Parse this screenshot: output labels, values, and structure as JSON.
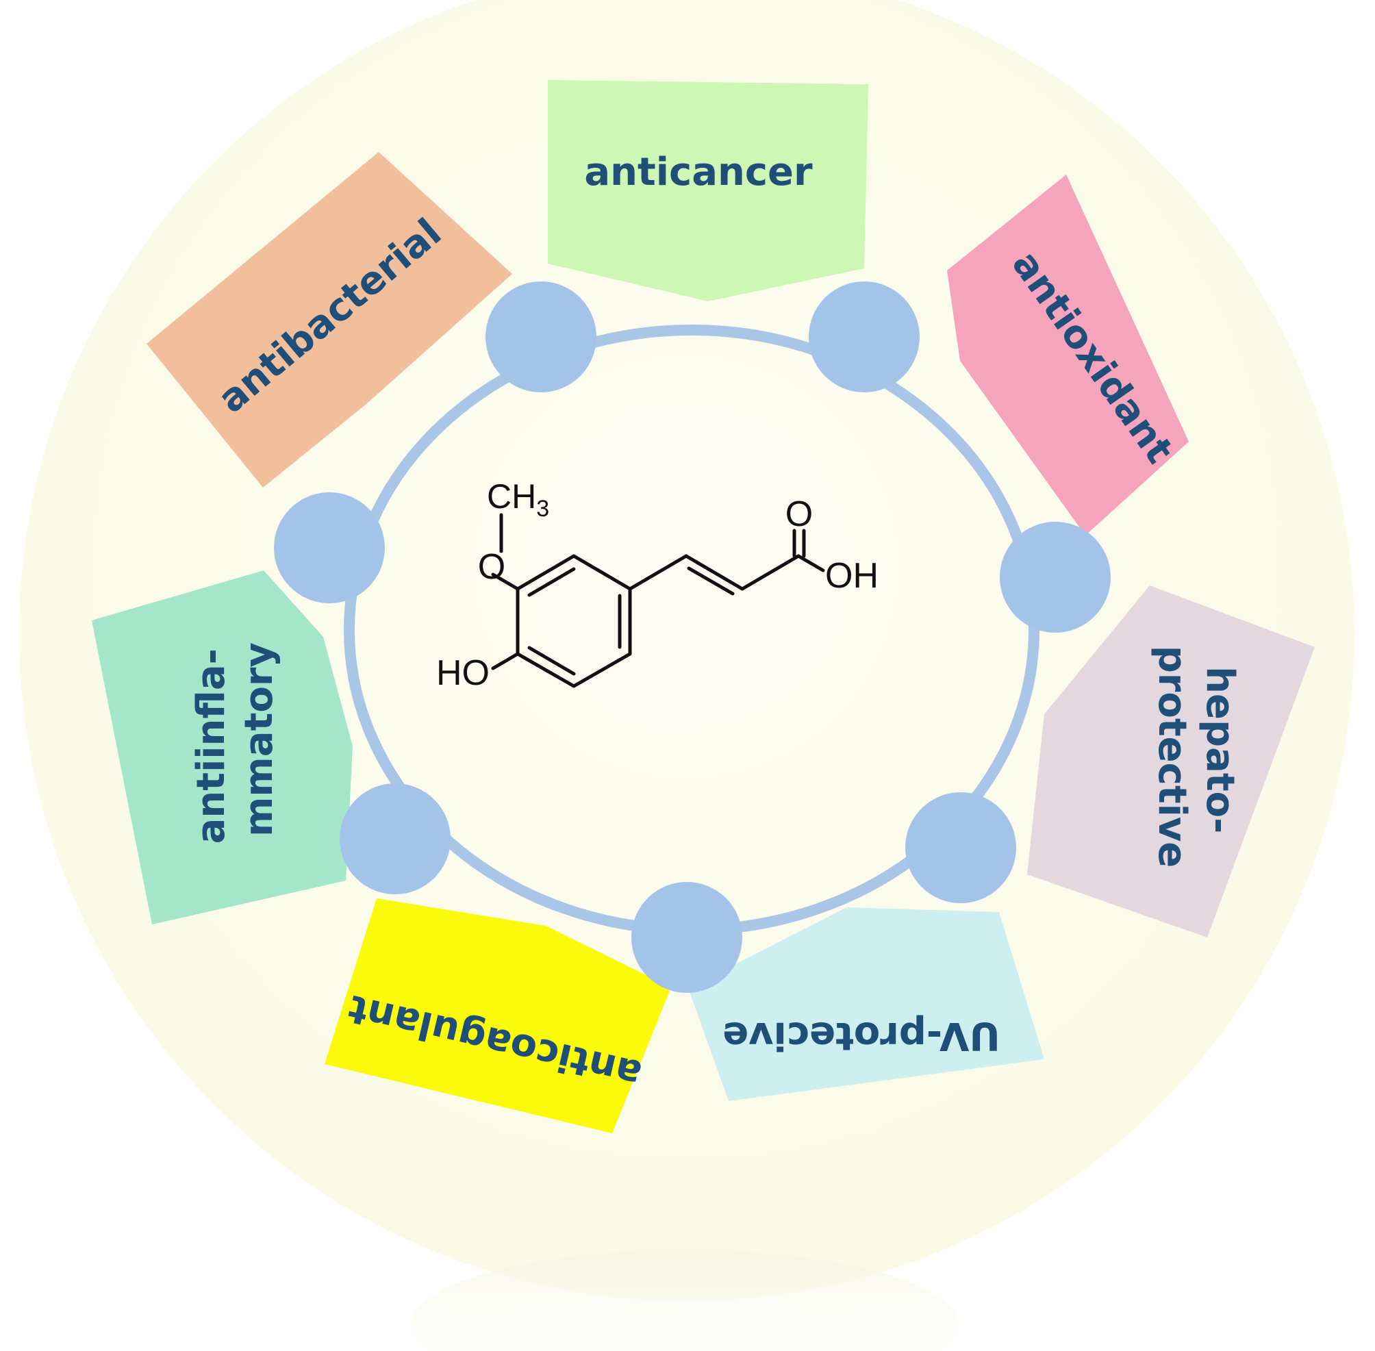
{
  "colors": {
    "background_disc": "#fbfbe9",
    "ring": "#a9c6e6",
    "node": "#a3c4e8",
    "label_text": "#1f4e79",
    "anticancer": "#ccf7b5",
    "antioxidant": "#f6a3bc",
    "hepatoprotective": "#e4d8df",
    "uv_protective": "#cdeff0",
    "anticoagulant": "#fafa0a",
    "antiinflammatory": "#a3e6c9",
    "antibacterial": "#f1bf9c",
    "structure_stroke": "#111111"
  },
  "properties": [
    {
      "id": "anticancer",
      "lines": [
        "anticancer"
      ]
    },
    {
      "id": "antioxidant",
      "lines": [
        "antioxidant"
      ]
    },
    {
      "id": "hepatoprotective",
      "lines": [
        "hepato-",
        "protective"
      ]
    },
    {
      "id": "uv_protective",
      "lines": [
        "UV-protecive"
      ]
    },
    {
      "id": "anticoagulant",
      "lines": [
        "anticoagulant"
      ]
    },
    {
      "id": "antiinflammatory",
      "lines": [
        "antiinfla-",
        "mmatory"
      ]
    },
    {
      "id": "antibacterial",
      "lines": [
        "antibacterial"
      ]
    }
  ],
  "structure": {
    "methyl": "CH",
    "methyl_subscript": "3",
    "ether_oxygen": "O",
    "carbonyl_oxygen": "O",
    "acid_group": "OH",
    "phenol_group": "HO"
  }
}
